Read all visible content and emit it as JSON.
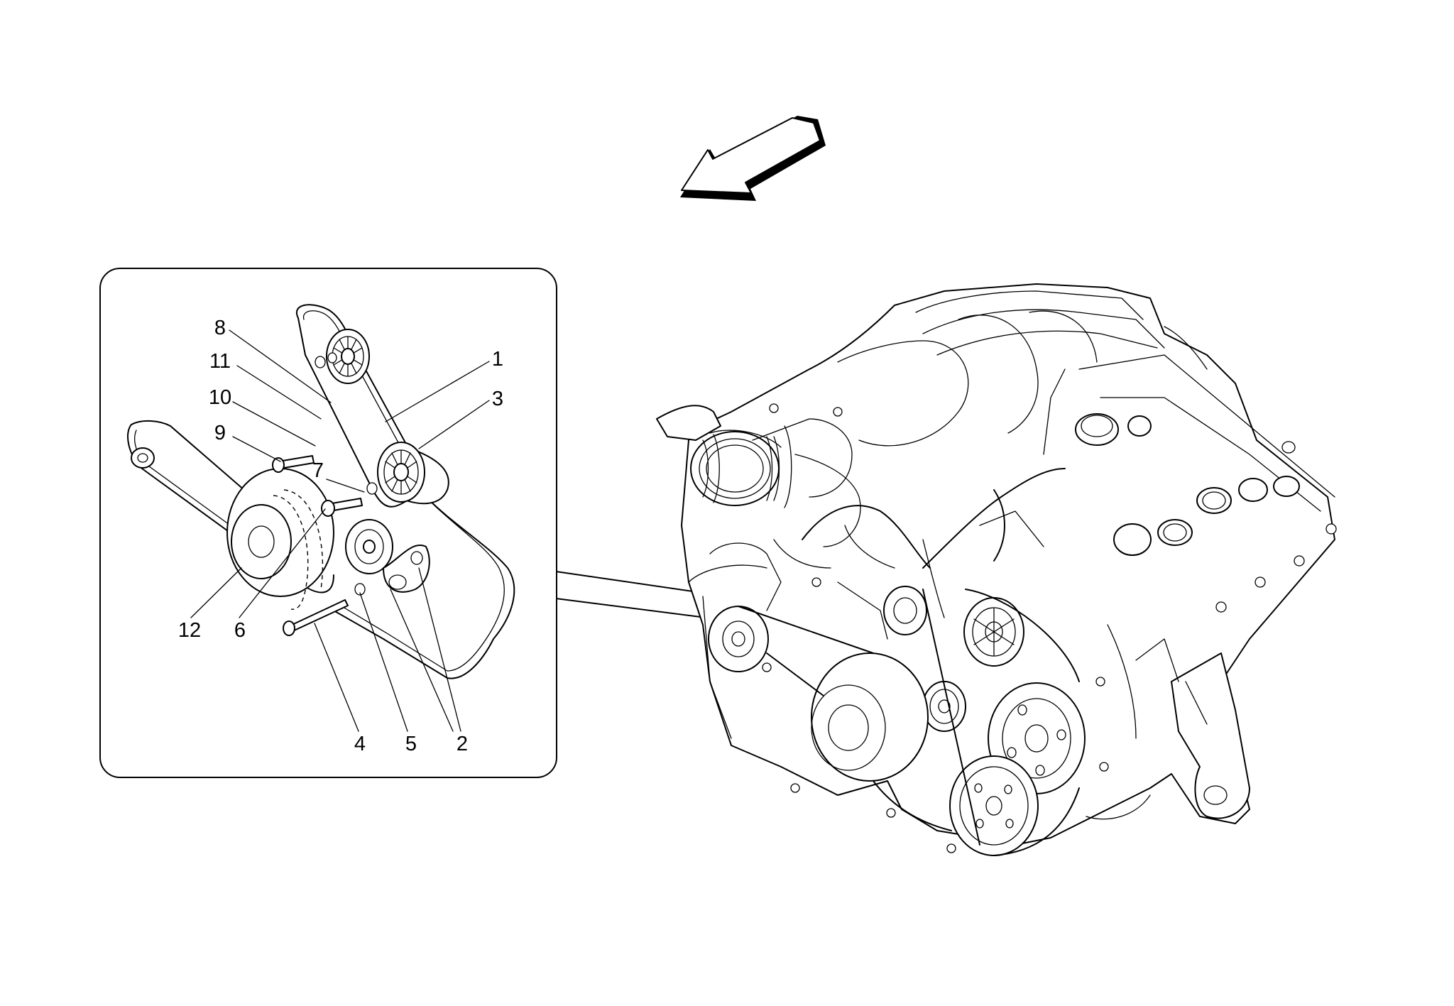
{
  "diagram": {
    "callouts": [
      {
        "id": "1",
        "label": "1"
      },
      {
        "id": "2",
        "label": "2"
      },
      {
        "id": "3",
        "label": "3"
      },
      {
        "id": "4",
        "label": "4"
      },
      {
        "id": "5",
        "label": "5"
      },
      {
        "id": "6",
        "label": "6"
      },
      {
        "id": "7",
        "label": "7"
      },
      {
        "id": "8",
        "label": "8"
      },
      {
        "id": "9",
        "label": "9"
      },
      {
        "id": "10",
        "label": "10"
      },
      {
        "id": "11",
        "label": "11"
      },
      {
        "id": "12",
        "label": "12"
      }
    ],
    "icons": {
      "direction_arrow": "direction-arrow-icon",
      "detail_inset": "detail-inset-panel",
      "engine": "engine-illustration"
    },
    "colors": {
      "line": "#000000",
      "background": "#ffffff"
    }
  }
}
